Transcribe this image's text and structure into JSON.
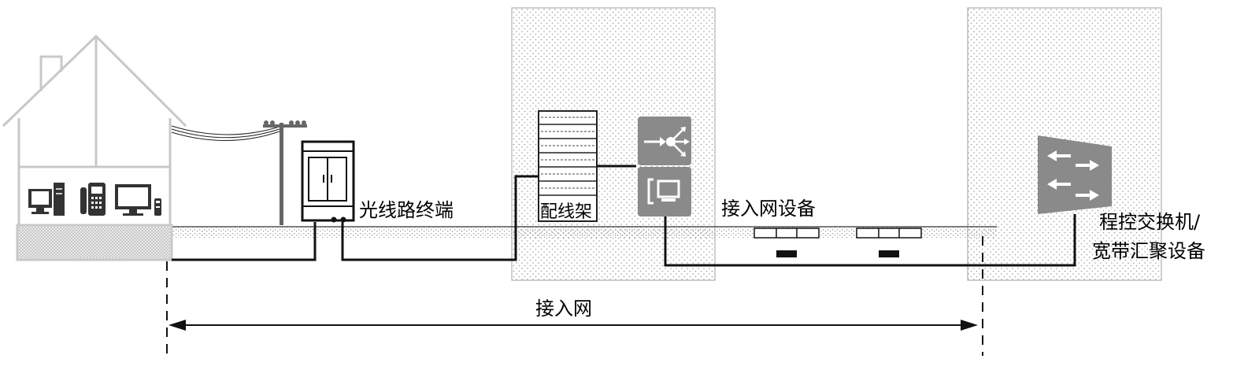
{
  "labels": {
    "optical_line_terminal": "光线路终端",
    "distribution_frame": "配线架",
    "access_equipment": "接入网设备",
    "switch_line1": "程控交换机/",
    "switch_line2": "宽带汇聚设备",
    "access_network": "接入网"
  },
  "icons": {
    "house": "house-icon",
    "computer": "desktop-computer-icon",
    "phone": "telephone-icon",
    "monitor": "monitor-icon",
    "remote": "remote-control-icon",
    "utility_pole": "utility-pole-icon",
    "cabinet": "street-cabinet-icon",
    "frame": "distribution-frame-icon",
    "router": "router-icon",
    "terminal": "terminal-icon",
    "switch": "switch-icon",
    "splice_box": "splice-box-icon"
  },
  "colors": {
    "ink": "#000000",
    "device_gray": "#8a8a8a",
    "house_gray": "#c8c8c8",
    "zone_border": "#a0a0a0"
  }
}
